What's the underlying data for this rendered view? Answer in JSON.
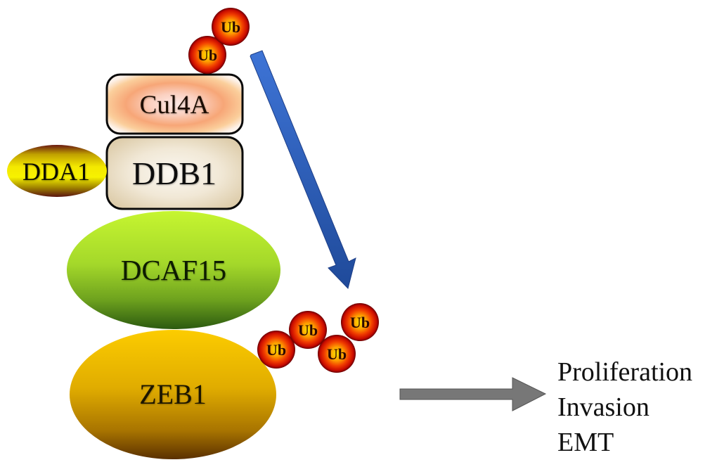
{
  "diagram": {
    "complex": {
      "cul4a": {
        "label": "Cul4A"
      },
      "ddb1": {
        "label": "DDB1"
      },
      "dda1": {
        "label": "DDA1"
      },
      "dcaf15": {
        "label": "DCAF15"
      },
      "zeb1": {
        "label": "ZEB1"
      }
    },
    "ubiquitin_top": [
      {
        "label": "Ub"
      },
      {
        "label": "Ub"
      }
    ],
    "ubiquitin_chain": [
      {
        "label": "Ub"
      },
      {
        "label": "Ub"
      },
      {
        "label": "Ub"
      },
      {
        "label": "Ub"
      }
    ],
    "transfer_arrow": {
      "meaning": "ubiquitin transfer",
      "color": "#2f5bb0"
    },
    "outcome_arrow": {
      "meaning": "leads to",
      "color": "#737373"
    },
    "outcomes": [
      "Proliferation",
      "Invasion",
      "EMT"
    ]
  }
}
